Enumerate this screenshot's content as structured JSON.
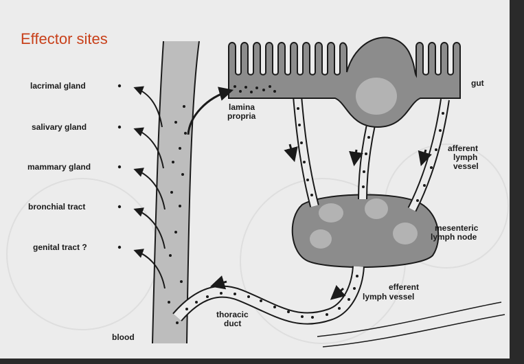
{
  "title": "Effector sites",
  "colors": {
    "title": "#c8401a",
    "tissue": "#8c8c8c",
    "vessel": "#bdbdbd",
    "follicle": "#b3b3b3",
    "outline": "#1a1a1a",
    "background": "#ececec"
  },
  "effector_sites": [
    "lacrimal gland",
    "salivary gland",
    "mammary gland",
    "bronchial tract",
    "genital tract ?"
  ],
  "labels": {
    "gut": "gut",
    "lamina_propria": [
      "lamina",
      "propria"
    ],
    "afferent_lymph_vessel": [
      "afferent",
      "lymph",
      "vessel"
    ],
    "mesenteric_lymph_node": [
      "mesenteric",
      "lymph node"
    ],
    "efferent_lymph_vessel": [
      "efferent",
      "lymph vessel"
    ],
    "thoracic_duct": [
      "thoracic",
      "duct"
    ],
    "blood": "blood"
  }
}
